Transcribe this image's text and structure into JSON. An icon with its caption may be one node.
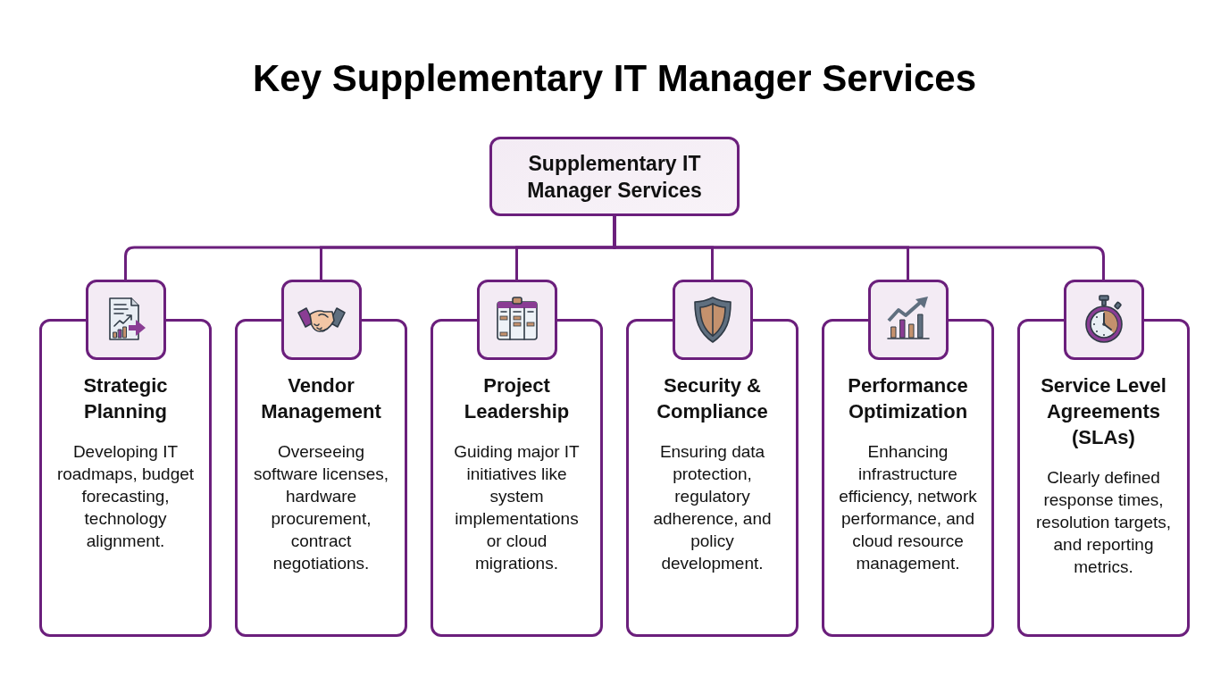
{
  "diagram": {
    "title": "Key Supplementary IT Manager Services",
    "nodes": [
      {
        "text": [
          "Supplementary IT Manager Services"
        ]
      },
      {
        "text": [],
        "shape": "picture"
      },
      {
        "text": [
          "Strategic Planning",
          "Developing IT roadmaps, budget forecasting, technology alignment."
        ]
      },
      {
        "text": [],
        "shape": "picture"
      },
      {
        "text": [
          "Vendor Management",
          "Overseeing software licenses, hardware procurement, contract negotiations."
        ]
      },
      {
        "text": [],
        "shape": "picture"
      },
      {
        "text": [
          "Project Leadership",
          "Guiding major IT initiatives like system implementations or cloud migrations."
        ]
      },
      {
        "text": [],
        "shape": "picture"
      },
      {
        "text": [
          "Security & Compliance",
          "Ensuring data protection, regulatory adherence, and policy development."
        ]
      },
      {
        "text": [],
        "shape": "picture"
      },
      {
        "text": [
          "Performance Optimization",
          "Enhancing infrastructure efficiency, network performance, and cloud resource management."
        ]
      },
      {
        "text": [],
        "shape": "picture"
      },
      {
        "text": [
          "Service Level Agreements (SLAs)",
          "Clearly defined response times, resolution targets, and reporting metrics."
        ]
      }
    ],
    "edges": [
      {
        "from": 0,
        "to": 1,
        "arrow": "none"
      },
      {
        "from": 0,
        "to": 3,
        "arrow": "none"
      },
      {
        "from": 0,
        "to": 5,
        "arrow": "none"
      },
      {
        "from": 0,
        "to": 7,
        "arrow": "none"
      },
      {
        "from": 0,
        "to": 9,
        "arrow": "none"
      },
      {
        "from": 0,
        "to": 11,
        "arrow": "none"
      }
    ]
  }
}
